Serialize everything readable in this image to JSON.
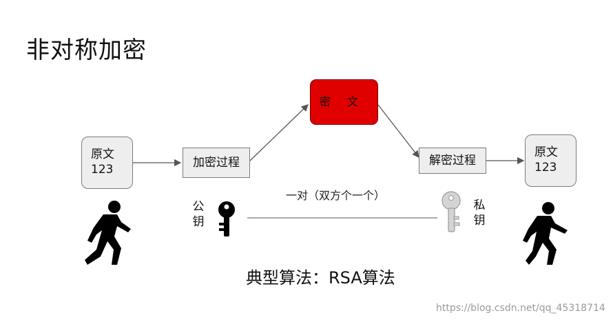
{
  "title": "非对称加密",
  "plaintext_left": {
    "line1": "原文",
    "line2": "123"
  },
  "plaintext_right": {
    "line1": "原文",
    "line2": "123"
  },
  "encrypt_process": "加密过程",
  "ciphertext": {
    "char1": "密",
    "char2": "文"
  },
  "decrypt_process": "解密过程",
  "key_pair_label": "一对（双方个一个）",
  "public_key_label": {
    "char1": "公",
    "char2": "钥"
  },
  "private_key_label": {
    "char1": "私",
    "char2": "钥"
  },
  "algorithm_caption": "典型算法：RSA算法",
  "watermark": "https://blog.csdn.net/qq_45318714",
  "colors": {
    "cipher_fill": "#e00000",
    "box_fill": "#eeeeee",
    "arrow": "#555555",
    "public_key": "#111111",
    "private_key": "#c8c8c8"
  },
  "icons": [
    "walking-person-icon",
    "black-key-icon",
    "silver-key-icon"
  ]
}
